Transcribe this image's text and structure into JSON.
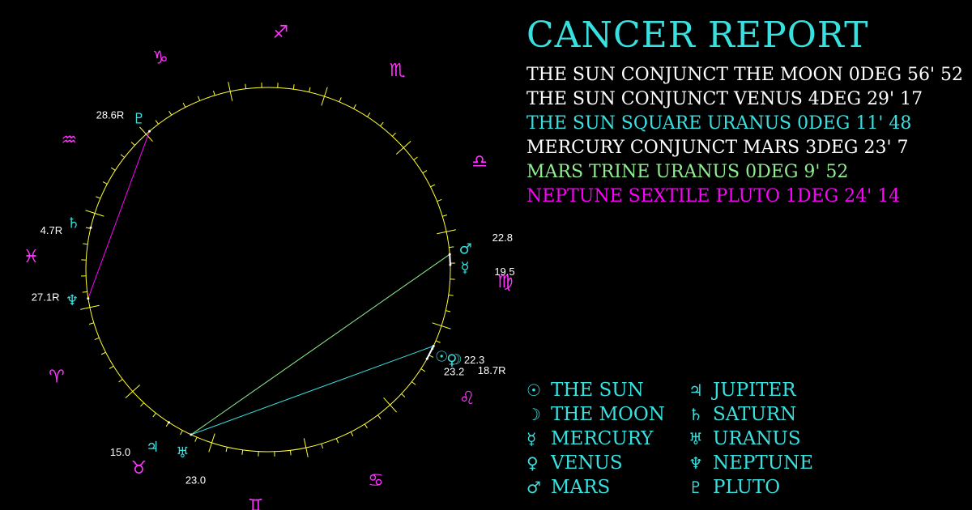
{
  "report": {
    "title": "CANCER REPORT",
    "title_color": "#39e0e0"
  },
  "aspects": [
    {
      "text": "THE SUN CONJUNCT THE MOON 0DEG 56' 52",
      "color": "#ffffff"
    },
    {
      "text": "THE SUN CONJUNCT VENUS 4DEG 29' 17",
      "color": "#ffffff"
    },
    {
      "text": "THE SUN SQUARE URANUS 0DEG 11' 48",
      "color": "#39e0e0"
    },
    {
      "text": "MERCURY CONJUNCT MARS 3DEG 23' 7",
      "color": "#ffffff"
    },
    {
      "text": "MARS TRINE URANUS 0DEG 9' 52",
      "color": "#90ee90"
    },
    {
      "text": "NEPTUNE SEXTILE PLUTO 1DEG 24' 14",
      "color": "#ff00ff"
    }
  ],
  "legend": {
    "color": "#39e0e0",
    "left": [
      {
        "glyph": "☉",
        "icon": "sun-icon",
        "label": "THE SUN"
      },
      {
        "glyph": "☽",
        "icon": "moon-icon",
        "label": "THE MOON"
      },
      {
        "glyph": "☿",
        "icon": "mercury-icon",
        "label": "MERCURY"
      },
      {
        "glyph": "♀",
        "icon": "venus-icon",
        "label": "VENUS"
      },
      {
        "glyph": "♂",
        "icon": "mars-icon",
        "label": "MARS"
      }
    ],
    "right": [
      {
        "glyph": "♃",
        "icon": "jupiter-icon",
        "label": "JUPITER"
      },
      {
        "glyph": "♄",
        "icon": "saturn-icon",
        "label": "SATURN"
      },
      {
        "glyph": "♅",
        "icon": "uranus-icon",
        "label": "URANUS"
      },
      {
        "glyph": "♆",
        "icon": "neptune-icon",
        "label": "NEPTUNE"
      },
      {
        "glyph": "♇",
        "icon": "pluto-icon",
        "label": "PLUTO"
      }
    ]
  },
  "wheel": {
    "circle_color": "#ffff33",
    "sign_color": "#ff33ff",
    "planet_color": "#39e0e0",
    "label_color": "#ffffff",
    "signs": [
      {
        "glyph": "♈",
        "icon": "aries-icon"
      },
      {
        "glyph": "♉",
        "icon": "taurus-icon"
      },
      {
        "glyph": "♊",
        "icon": "gemini-icon"
      },
      {
        "glyph": "♋",
        "icon": "cancer-icon"
      },
      {
        "glyph": "♌",
        "icon": "leo-icon"
      },
      {
        "glyph": "♍",
        "icon": "virgo-icon"
      },
      {
        "glyph": "♎",
        "icon": "libra-icon"
      },
      {
        "glyph": "♏",
        "icon": "scorpio-icon"
      },
      {
        "glyph": "♐",
        "icon": "sagittarius-icon"
      },
      {
        "glyph": "♑",
        "icon": "capricorn-icon"
      },
      {
        "glyph": "♒",
        "icon": "aquarius-icon"
      },
      {
        "glyph": "♓",
        "icon": "pisces-icon"
      }
    ],
    "planets": [
      {
        "id": "sun",
        "glyph": "☉",
        "icon": "sun-icon",
        "sign": 4,
        "degree": 23.2,
        "label": "23.2"
      },
      {
        "id": "moon",
        "glyph": "☽",
        "icon": "moon-icon",
        "sign": 4,
        "degree": 22.3,
        "label": "22.3"
      },
      {
        "id": "venus",
        "glyph": "♀",
        "icon": "venus-icon",
        "sign": 4,
        "degree": 18.7,
        "label": "18.7R"
      },
      {
        "id": "mercury",
        "glyph": "☿",
        "icon": "mercury-icon",
        "sign": 5,
        "degree": 19.5,
        "label": "19.5"
      },
      {
        "id": "mars",
        "glyph": "♂",
        "icon": "mars-icon",
        "sign": 5,
        "degree": 22.8,
        "label": "22.8"
      },
      {
        "id": "jupiter",
        "glyph": "♃",
        "icon": "jupiter-icon",
        "sign": 1,
        "degree": 15.0,
        "label": "15.0"
      },
      {
        "id": "uranus",
        "glyph": "♅",
        "icon": "uranus-icon",
        "sign": 1,
        "degree": 23.0,
        "label": "23.0"
      },
      {
        "id": "saturn",
        "glyph": "♄",
        "icon": "saturn-icon",
        "sign": 11,
        "degree": 4.7,
        "label": "4.7R"
      },
      {
        "id": "neptune",
        "glyph": "♆",
        "icon": "neptune-icon",
        "sign": 11,
        "degree": 27.1,
        "label": "27.1R"
      },
      {
        "id": "pluto",
        "glyph": "♇",
        "icon": "pluto-icon",
        "sign": 9,
        "degree": 28.6,
        "label": "28.6R"
      }
    ],
    "aspect_lines": [
      {
        "from": "sun",
        "to": "uranus",
        "color": "#39e0e0"
      },
      {
        "from": "mars",
        "to": "uranus",
        "color": "#90ee90"
      },
      {
        "from": "neptune",
        "to": "pluto",
        "color": "#ff00ff"
      },
      {
        "from": "sun",
        "to": "moon",
        "color": "#ffffff"
      },
      {
        "from": "sun",
        "to": "venus",
        "color": "#ffffff"
      },
      {
        "from": "mercury",
        "to": "mars",
        "color": "#ffffff"
      }
    ]
  }
}
